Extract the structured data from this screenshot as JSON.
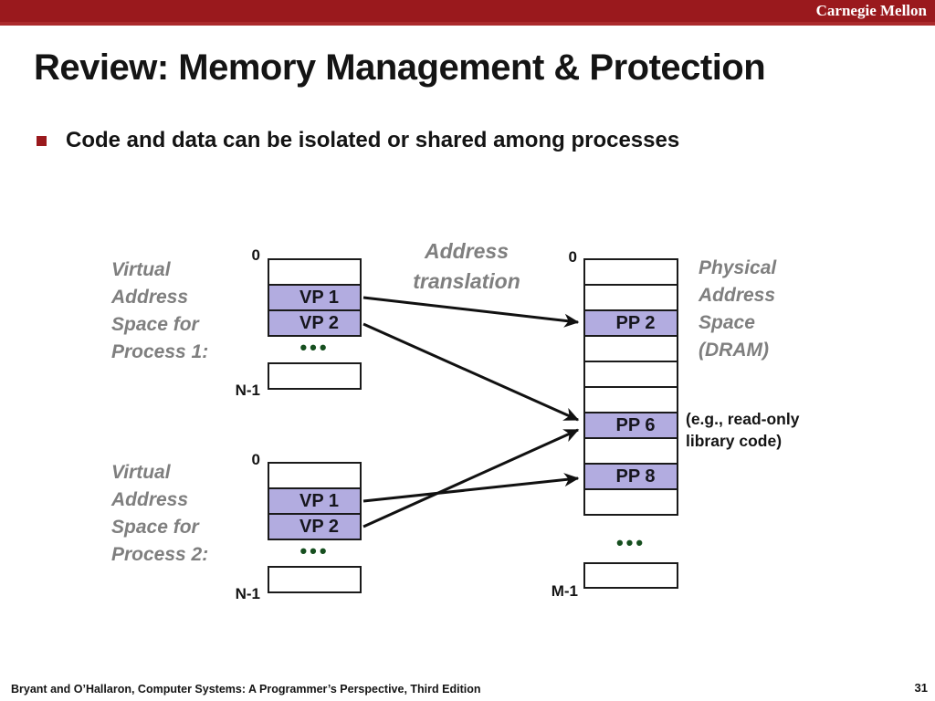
{
  "banner": {
    "brand": "Carnegie Mellon"
  },
  "title": "Review: Memory Management & Protection",
  "bullet": "Code and data can be isolated or shared among processes",
  "diagram": {
    "translation_lines": [
      "Address",
      "translation"
    ],
    "process1": {
      "label_lines": [
        "Virtual",
        "Address",
        "Space for",
        "Process 1:"
      ],
      "zero_label": "0",
      "bottom_label": "N-1",
      "rows": [
        "",
        "VP 1",
        "VP 2"
      ],
      "ellipsis": "•••"
    },
    "process2": {
      "label_lines": [
        "Virtual",
        "Address",
        "Space for",
        "Process 2:"
      ],
      "zero_label": "0",
      "bottom_label": "N-1",
      "rows": [
        "",
        "VP 1",
        "VP 2"
      ],
      "ellipsis": "•••"
    },
    "physical": {
      "label_lines": [
        "Physical",
        "Address",
        "Space",
        "(DRAM)"
      ],
      "zero_label": "0",
      "bottom_label": "M-1",
      "rows": [
        "",
        "",
        "PP 2",
        "",
        "",
        "",
        "PP 6",
        "",
        "PP 8",
        ""
      ],
      "ellipsis": "•••"
    },
    "annotation_lines": [
      "(e.g., read-only",
      "library code)"
    ],
    "mappings": [
      {
        "from": "Process 1 VP 1",
        "to": "PP 2"
      },
      {
        "from": "Process 1 VP 2",
        "to": "PP 6"
      },
      {
        "from": "Process 2 VP 1",
        "to": "PP 8"
      },
      {
        "from": "Process 2 VP 2",
        "to": "PP 6"
      }
    ],
    "colors": {
      "page_fill": "#b2ace0",
      "accent_red": "#9a191d",
      "label_gray": "#7f7f7f",
      "ellipsis_green": "#164f1f"
    }
  },
  "footer": {
    "citation": "Bryant and O’Hallaron, Computer Systems: A Programmer’s Perspective, Third Edition",
    "page_number": "31"
  }
}
